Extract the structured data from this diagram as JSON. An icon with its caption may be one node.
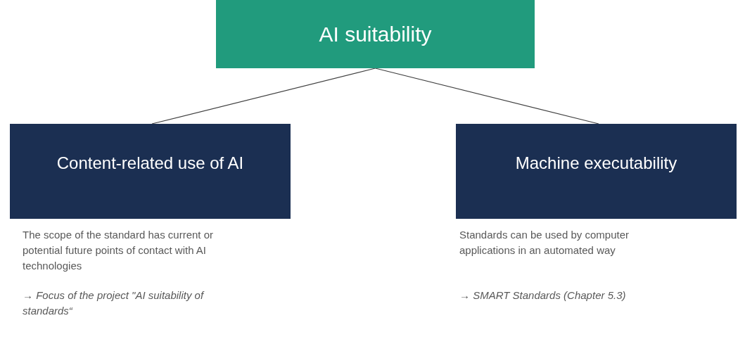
{
  "diagram": {
    "nodes": [
      {
        "text": [
          "AI suitability"
        ]
      },
      {
        "text": [
          "Content-related use of AI"
        ],
        "beside": [
          "The scope of the standard has current or potential future points of contact with AI technologies",
          "→ Focus of the project \"AI suitability of standards“"
        ]
      },
      {
        "text": [
          "Machine executability"
        ],
        "beside": [
          "Standards can be used by computer applications in an automated way",
          "→ SMART Standards (Chapter 5.3)"
        ]
      }
    ],
    "edges": [
      {
        "from": 0,
        "to": 1,
        "arrow": "none"
      },
      {
        "from": 0,
        "to": 2,
        "arrow": "none"
      }
    ]
  }
}
